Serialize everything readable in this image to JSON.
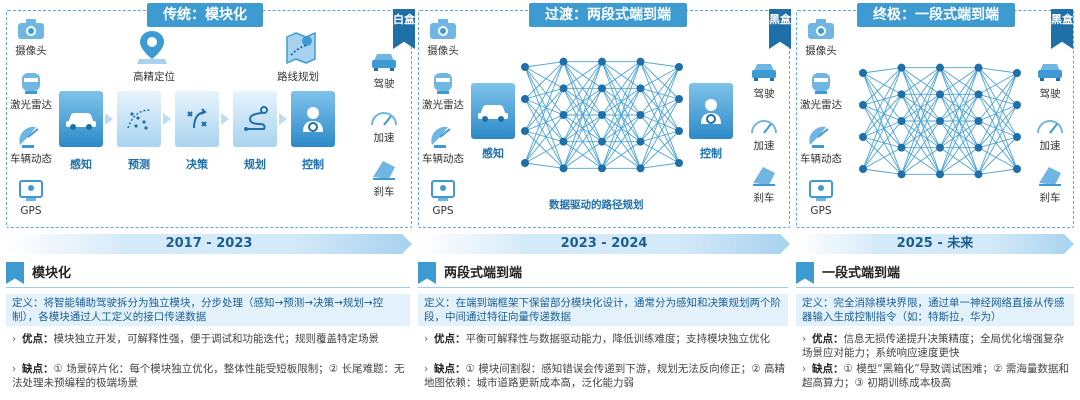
{
  "panels": {
    "p1": {
      "title": "传统：模块化",
      "blackbox": "白盒",
      "sensors": [
        "摄像头",
        "激光雷达",
        "车辆动态",
        "GPS"
      ],
      "modules": [
        "感知",
        "预测",
        "决策",
        "规划",
        "控制"
      ],
      "top_labels": [
        "高精定位",
        "路线规划"
      ],
      "outputs": [
        "驾驶",
        "加速",
        "刹车"
      ]
    },
    "p2": {
      "title": "过渡：两段式端到端",
      "blackbox": "黑盒",
      "sensors": [
        "摄像头",
        "激光雷达",
        "车辆动态",
        "GPS"
      ],
      "modules": [
        "感知",
        "控制"
      ],
      "network_label": "数据驱动的路径规划",
      "outputs": [
        "驾驶",
        "加速",
        "刹车"
      ]
    },
    "p3": {
      "title": "终极：一段式端到端",
      "blackbox": "黑盒",
      "sensors": [
        "摄像头",
        "激光雷达",
        "车辆动态",
        "GPS"
      ],
      "outputs": [
        "驾驶",
        "加速",
        "刹车"
      ]
    }
  },
  "timeline": [
    "2017 - 2023",
    "2023 - 2024",
    "2025 - 未来"
  ],
  "columns": [
    {
      "title": "模块化",
      "definition": "定义：将智能辅助驾驶拆分为独立模块，分步处理（感知→预测→决策→规划→控制），各模块通过人工定义的接口传递数据",
      "pros_label": "优点：",
      "pros": "模块独立开发，可解释性强，便于调试和功能迭代；规则覆盖特定场景",
      "cons_label": "缺点：",
      "cons": "① 场景碎片化：每个模块独立优化，整体性能受短板限制；② 长尾难题：无法处理未预编程的极端场景"
    },
    {
      "title": "两段式端到端",
      "definition": "定义：在端到端框架下保留部分模块化设计，通常分为感知和决策规划两个阶段，中间通过特征向量传递数据",
      "pros_label": "优点：",
      "pros": "平衡可解释性与数据驱动能力，降低训练难度；支持模块独立优化",
      "cons_label": "缺点：",
      "cons": "① 模块间割裂：感知错误会传递到下游，规划无法反向修正；② 高精地图依赖：城市道路更新成本高，泛化能力弱"
    },
    {
      "title": "一段式端到端",
      "definition": "定义：完全消除模块界限，通过单一神经网络直接从传感器输入生成控制指令（如：特斯拉，华为）",
      "pros_label": "优点：",
      "pros": "信息无损传递提升决策精度；全局优化增强复杂场景应对能力；系统响应速度更快",
      "cons_label": "缺点：",
      "cons": "① 模型“黑箱化”导致调试困难；② 需海量数据和超高算力；③ 初期训练成本极高"
    }
  ],
  "colors": {
    "accent": "#3d9bd1",
    "dark": "#1f6fa8",
    "light": "#e3f1fb"
  }
}
